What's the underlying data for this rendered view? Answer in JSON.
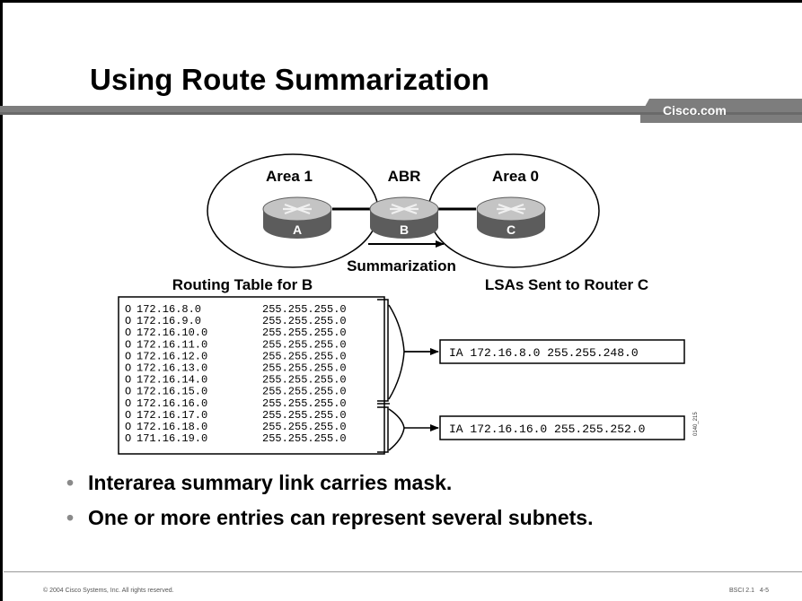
{
  "slide": {
    "title": "Using Route Summarization",
    "brand_label": "Cisco.com",
    "colors": {
      "band": "#7d7d7d",
      "router": "#8e8e8e",
      "router_dark": "#5c5c5c",
      "router_top": "#c4c4c4"
    }
  },
  "diagram": {
    "area_left_label": "Area 1",
    "abr_label": "ABR",
    "area_right_label": "Area 0",
    "routers": [
      {
        "label": "A",
        "icon": "router-icon"
      },
      {
        "label": "B",
        "icon": "router-icon"
      },
      {
        "label": "C",
        "icon": "router-icon"
      }
    ],
    "arrow_label": "Summarization",
    "routing_table_title": "Routing Table for B",
    "lsa_title": "LSAs Sent to Router C",
    "routing_table": [
      {
        "code": "O",
        "network": "172.16.8.0",
        "mask": "255.255.255.0"
      },
      {
        "code": "O",
        "network": "172.16.9.0",
        "mask": "255.255.255.0"
      },
      {
        "code": "O",
        "network": "172.16.10.0",
        "mask": "255.255.255.0"
      },
      {
        "code": "O",
        "network": "172.16.11.0",
        "mask": "255.255.255.0"
      },
      {
        "code": "O",
        "network": "172.16.12.0",
        "mask": "255.255.255.0"
      },
      {
        "code": "O",
        "network": "172.16.13.0",
        "mask": "255.255.255.0"
      },
      {
        "code": "O",
        "network": "172.16.14.0",
        "mask": "255.255.255.0"
      },
      {
        "code": "O",
        "network": "172.16.15.0",
        "mask": "255.255.255.0"
      },
      {
        "code": "O",
        "network": "172.16.16.0",
        "mask": "255.255.255.0"
      },
      {
        "code": "O",
        "network": "172.16.17.0",
        "mask": "255.255.255.0"
      },
      {
        "code": "O",
        "network": "172.16.18.0",
        "mask": "255.255.255.0"
      },
      {
        "code": "O",
        "network": "171.16.19.0",
        "mask": "255.255.255.0"
      }
    ],
    "lsa_entries": [
      "IA 172.16.8.0 255.255.248.0",
      "IA 172.16.16.0 255.255.252.0"
    ],
    "figure_id": "0140_215"
  },
  "bullets": [
    "Interarea summary link carries mask.",
    "One or more entries can represent several subnets."
  ],
  "footer": {
    "copyright": "© 2004 Cisco Systems, Inc. All rights reserved.",
    "course": "BSCI 2.1",
    "page": "4-5"
  }
}
